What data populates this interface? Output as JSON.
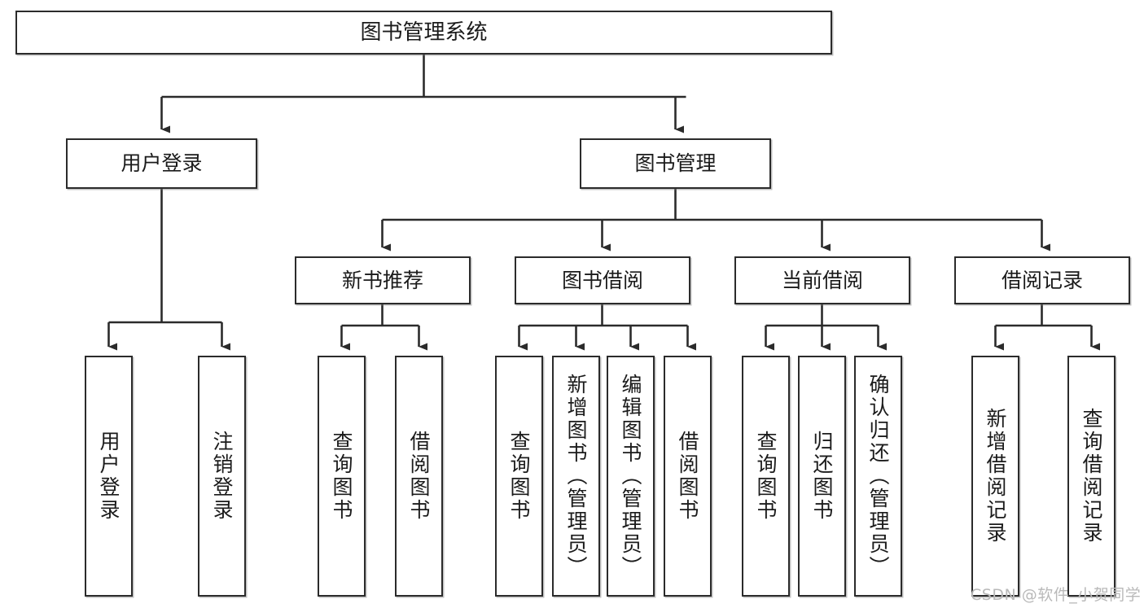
{
  "diagram": {
    "title": "图书管理系统",
    "type": "hierarchy-tree",
    "watermark": "CSDN @软件_小贺同学",
    "colors": {
      "box_border": "#2b2b2b",
      "box_fill": "#ffffff",
      "line": "#2b2b2b",
      "watermark": "#b9b9b9"
    },
    "levels": {
      "root": {
        "label": "图书管理系统"
      },
      "level2": [
        {
          "label": "用户登录"
        },
        {
          "label": "图书管理"
        }
      ],
      "level3": [
        {
          "label": "新书推荐"
        },
        {
          "label": "图书借阅"
        },
        {
          "label": "当前借阅"
        },
        {
          "label": "借阅记录"
        }
      ],
      "leaves": [
        {
          "label": "用户登录",
          "parent": "用户登录"
        },
        {
          "label": "注销登录",
          "parent": "用户登录"
        },
        {
          "label": "查询图书",
          "parent": "新书推荐"
        },
        {
          "label": "借阅图书",
          "parent": "新书推荐"
        },
        {
          "label": "查询图书",
          "parent": "图书借阅"
        },
        {
          "label": "新增图书（管理员）",
          "parent": "图书借阅"
        },
        {
          "label": "编辑图书（管理员）",
          "parent": "图书借阅"
        },
        {
          "label": "借阅图书",
          "parent": "图书借阅"
        },
        {
          "label": "查询图书",
          "parent": "当前借阅"
        },
        {
          "label": "归还图书",
          "parent": "当前借阅"
        },
        {
          "label": "确认归还（管理员）",
          "parent": "当前借阅"
        },
        {
          "label": "新增借阅记录",
          "parent": "借阅记录"
        },
        {
          "label": "查询借阅记录",
          "parent": "借阅记录"
        }
      ]
    }
  }
}
